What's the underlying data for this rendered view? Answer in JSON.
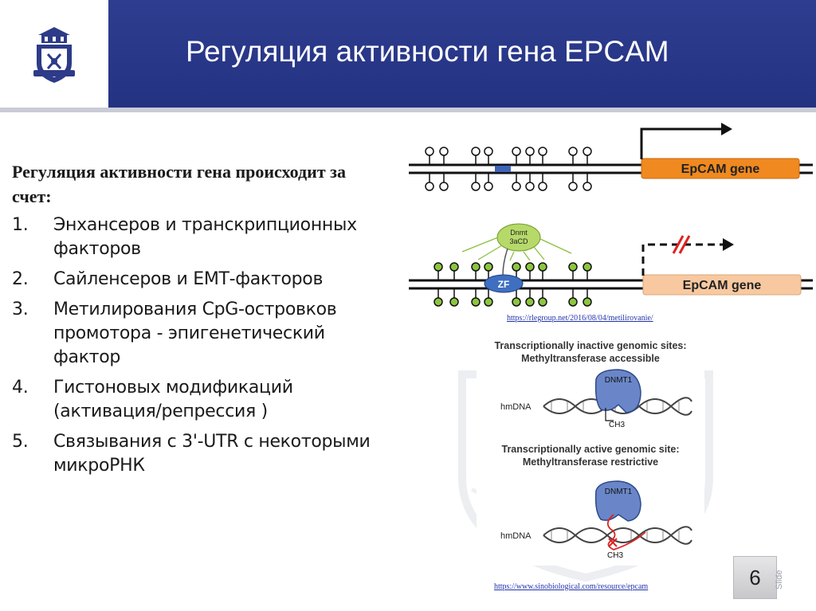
{
  "slide": {
    "title": "Регуляция активности гена EPCAM",
    "number": "6",
    "slide_label": "Slide"
  },
  "content": {
    "lead": "Регуляция активности гена происходит за счет:",
    "items": [
      {
        "num": "1.",
        "text": "Энхансеров и транскрипционных факторов"
      },
      {
        "num": "2.",
        "text": "Сайленсеров и ЕМТ-факторов"
      },
      {
        "num": "3.",
        "text": "Метилирования CpG-островков промотора - эпигенетический фактор"
      },
      {
        "num": "4.",
        "text": "Гистоновых модификаций (активация/репрессия )"
      },
      {
        "num": "5.",
        "text": "Связывания с 3'-UTR с некоторыми микроРНК"
      }
    ]
  },
  "figure1": {
    "gene_label_top": "EpCAM gene",
    "gene_label_bottom": "EpCAM gene",
    "enzyme_line1": "Dnmt",
    "enzyme_line2": "3aCD",
    "zf_label": "ZF",
    "link": "https://rlegroup.net/2016/08/04/metilirovanie/"
  },
  "figure2": {
    "top_line1": "Transcriptionally inactive genomic sites:",
    "top_line2": "Methyltransferase accessible",
    "bottom_line1": "Transcriptionally active genomic site:",
    "bottom_line2": "Methyltransferase restrictive",
    "hmdna_label_top": "hmDNA",
    "hmdna_label_bottom": "hmDNA",
    "dnmt_label_top": "DNMT1",
    "dnmt_label_bottom": "DNMT1",
    "ch3_top": "CH3",
    "ch3_bottom": "CH3",
    "link": "https://www.sinobiological.com/resource/epcam"
  },
  "colors": {
    "header": "#243282",
    "gene_top": "#f0891f",
    "gene_bottom": "#f8c9a0",
    "methyl_fill": "#8cc63f",
    "enzyme_fill": "#b6d96a",
    "zf_fill": "#3f6fc0",
    "repress": "#e0221d"
  }
}
